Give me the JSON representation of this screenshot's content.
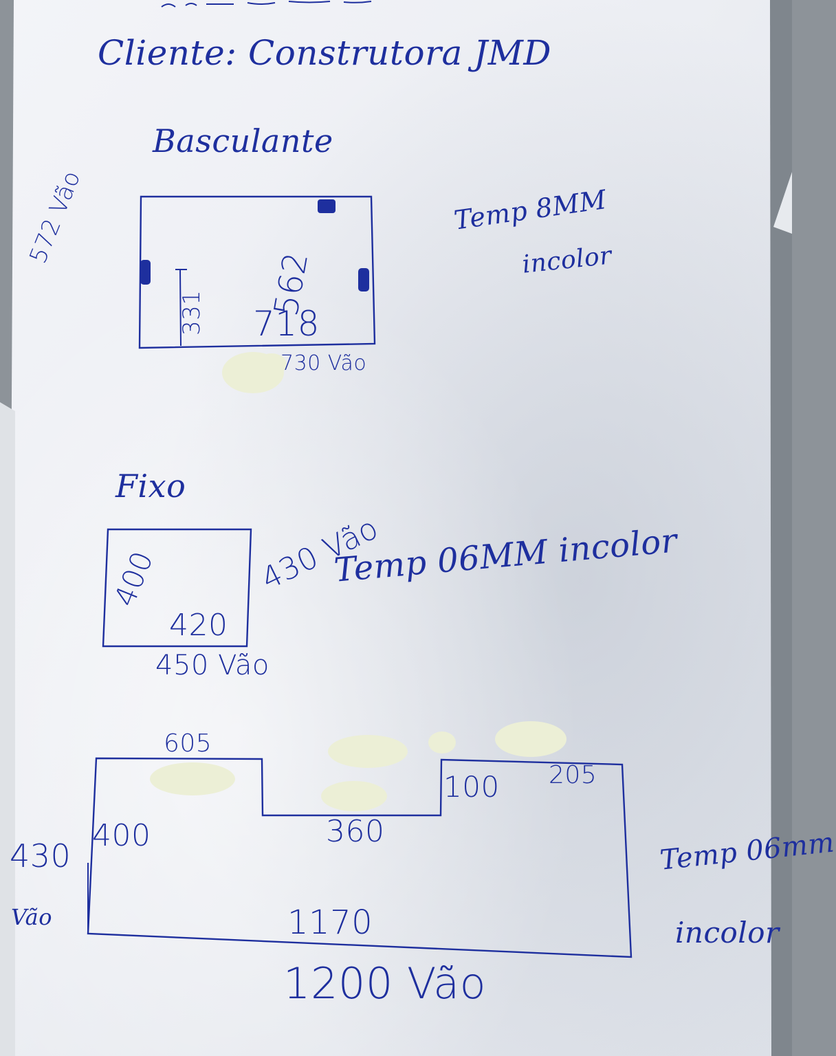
{
  "header": {
    "client_line": "Cliente: Construtora JMD"
  },
  "sketch_basculante": {
    "title": "Basculante",
    "height_vao": "572 Vão",
    "height_inner": "562",
    "width_inner": "718",
    "width_vao": "730 Vão",
    "side_mark": "331",
    "glass_note_1": "Temp 8MM",
    "glass_note_2": "incolor"
  },
  "sketch_fixo": {
    "title": "Fixo",
    "height_inner": "400",
    "width_inner": "420",
    "height_vao": "430 Vão",
    "width_vao": "450 Vão",
    "glass_note": "Temp 06MM incolor"
  },
  "sketch_bancada": {
    "top_left": "605",
    "notch_depth": "100",
    "top_right": "205",
    "notch_width": "360",
    "height_inner": "400",
    "height_vao_number": "430",
    "height_vao_label": "Vão",
    "width_inner": "1170",
    "width_vao": "1200 Vão",
    "glass_note_1": "Temp 06mm",
    "glass_note_2": "incolor"
  },
  "colors": {
    "ink": "#1e2f9e",
    "paper": "#eef0f4",
    "correction_fluid": "#ecefd6",
    "desk": "#8d9399"
  }
}
